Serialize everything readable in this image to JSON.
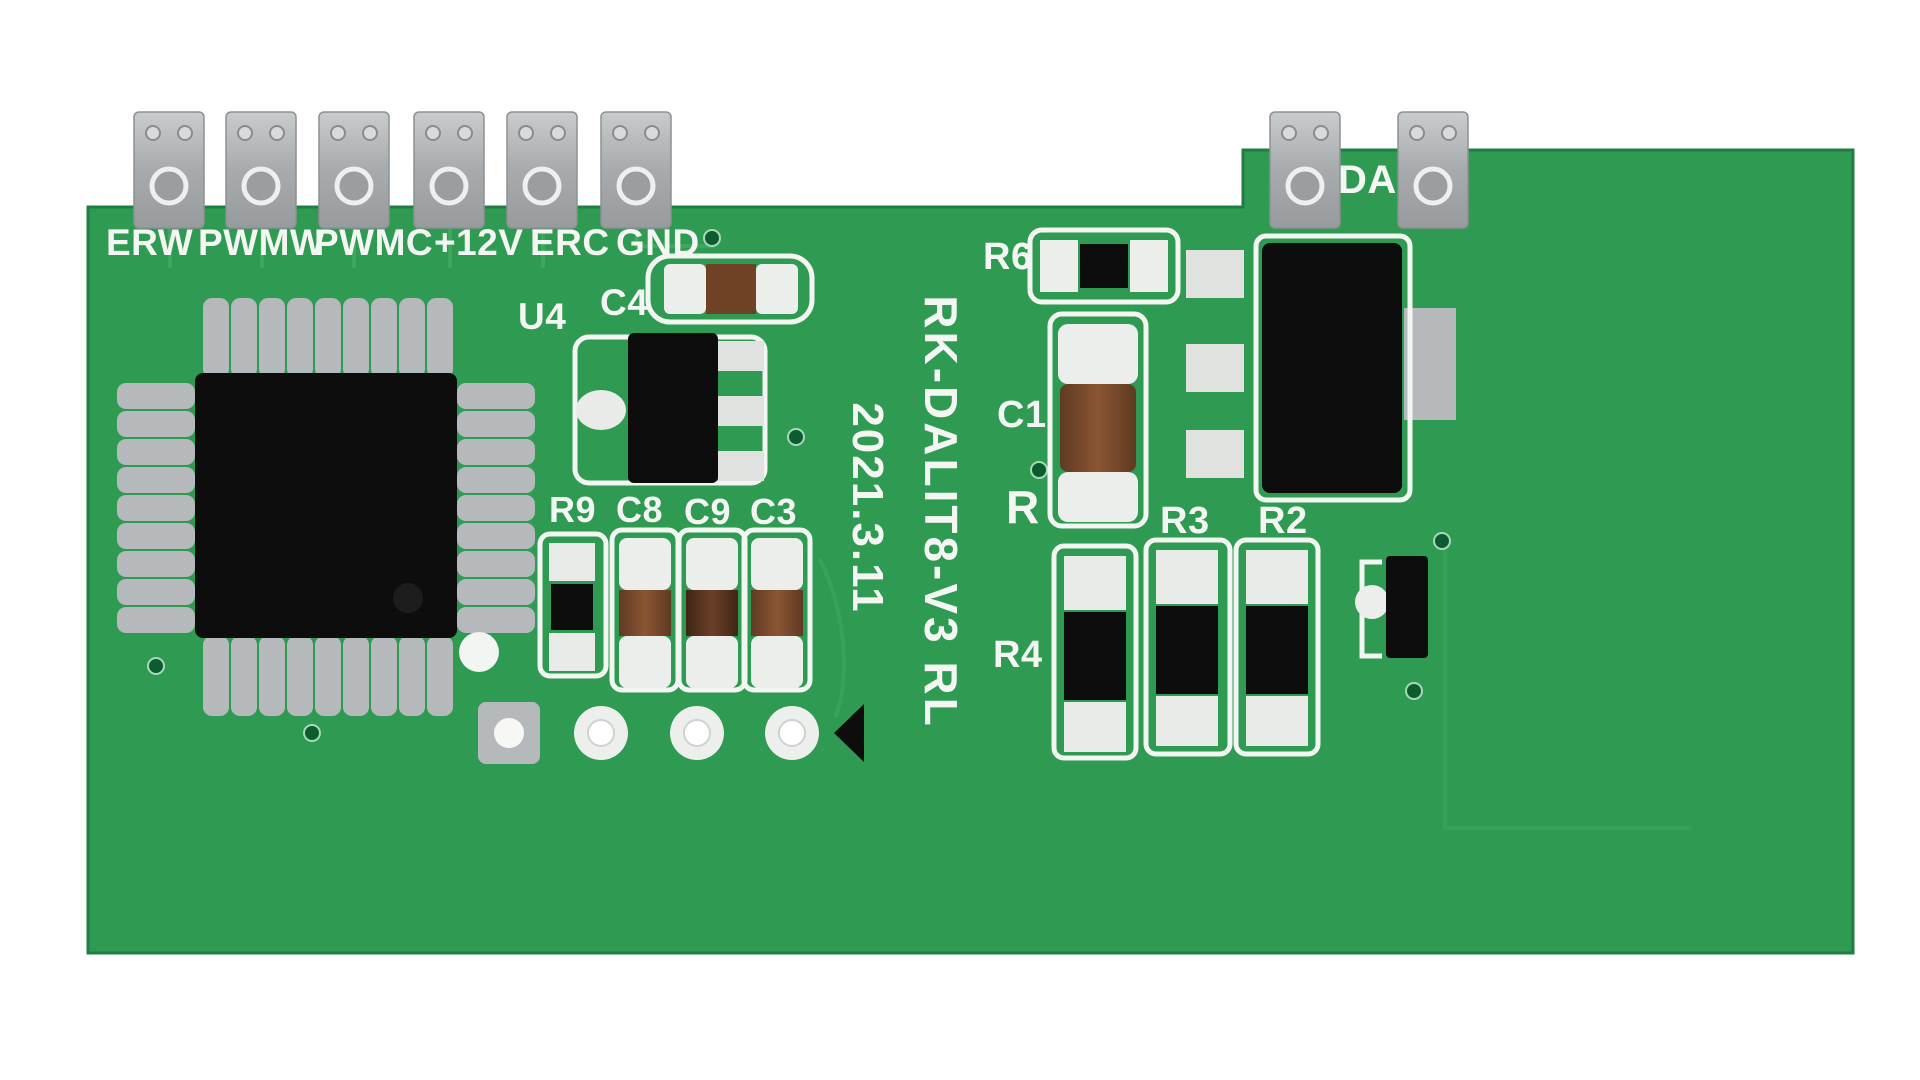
{
  "board": {
    "model": "RK-DALIT8-V3 RL",
    "date": "2021.3.11"
  },
  "terminal_labels": [
    "ERW",
    "PWMW",
    "PWMC",
    "+12V",
    "ERC",
    "GND"
  ],
  "right_terminal_label": "DA",
  "ref_designators": {
    "u4": "U4",
    "c4": "C4",
    "r9": "R9",
    "c8": "C8",
    "c9": "C9",
    "c3": "C3",
    "r6": "R6",
    "c1": "C1",
    "r": "R",
    "r4": "R4",
    "r3": "R3",
    "r2": "R2"
  },
  "colors": {
    "board_green": "#2f9b52",
    "silkscreen_white": "#f2f5f1",
    "pad_gray": "#a8abad",
    "component_black": "#0d0d0e",
    "capacitor_brown": "#7d4b2d"
  }
}
